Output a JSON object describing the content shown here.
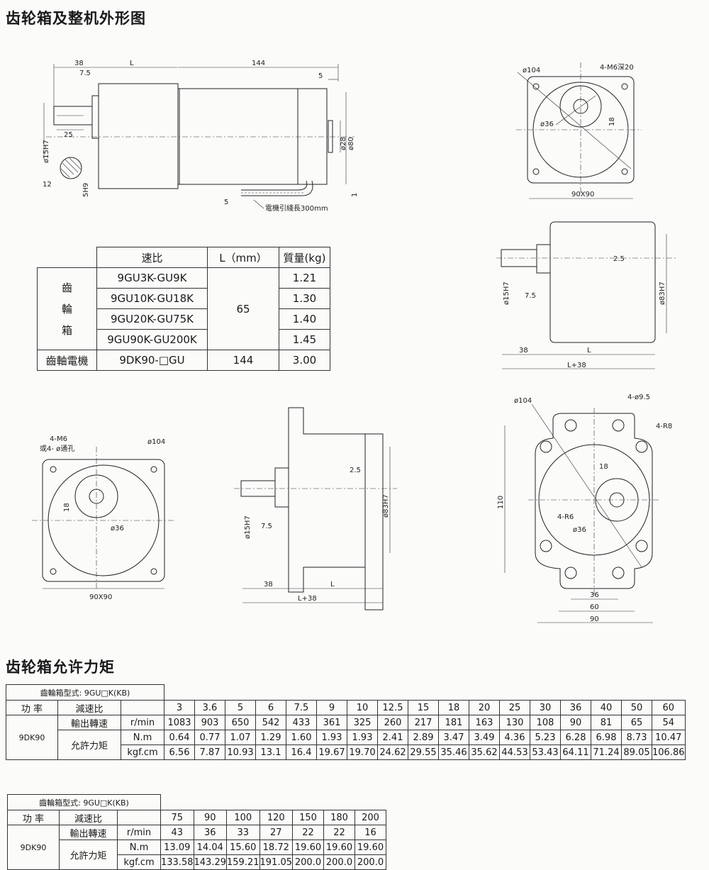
{
  "page": {
    "title_outline": "齿轮箱及整机外形图",
    "title_torque": "齿轮箱允许力矩"
  },
  "drawing_side": {
    "dim_38": "38",
    "dim_7_5": "7.5",
    "dim_L": "L",
    "dim_144": "144",
    "dim_5_top": "5",
    "dim_15h7": "ø15H7",
    "dim_25": "25",
    "dim_28": "ø28",
    "dim_80": "ø80",
    "dim_12": "12",
    "dim_5h9": "5H9",
    "dim_5_bottom": "5",
    "dim_1": "1",
    "lead_label": "電機引綫長300mm"
  },
  "drawing_face_top": {
    "d104": "ø104",
    "holes": "4-M6深20",
    "d36": "ø36",
    "d18": "18",
    "size": "90X90"
  },
  "drawing_side_right": {
    "d2_5": "2.5",
    "d15h7": "ø15H7",
    "d7_5": "7.5",
    "d83h7": "ø83H7",
    "d38": "38",
    "dL": "L",
    "dL38": "L+38"
  },
  "drawing_face_left": {
    "holes": "4-M6",
    "holes_alt": "或4- ø通孔",
    "d104": "ø104",
    "d18": "18",
    "d36": "ø36",
    "size": "90X90"
  },
  "drawing_side_mid": {
    "d2_5": "2.5",
    "d83h7": "ø83H7",
    "d15h7": "ø15H7",
    "d7_5": "7.5",
    "d38": "38",
    "dL": "L",
    "dL38": "L+38"
  },
  "drawing_flange": {
    "d104": "ø104",
    "holes": "4-ø9.5",
    "r8": "4-R8",
    "d18": "18",
    "d110": "110",
    "r6": "4-R6",
    "d36c": "ø36",
    "d36": "36",
    "d60": "60",
    "d90": "90"
  },
  "spec_table": {
    "headers": [
      "速比",
      "L（mm）",
      "質量(kg)"
    ],
    "group_gearbox": [
      "齒",
      "輪",
      "箱"
    ],
    "gearbox_L": "65",
    "rows": [
      {
        "model": "9GU3K-GU9K",
        "mass": "1.21"
      },
      {
        "model": "9GU10K-GU18K",
        "mass": "1.30"
      },
      {
        "model": "9GU20K-GU75K",
        "mass": "1.40"
      },
      {
        "model": "9GU90K-GU200K",
        "mass": "1.45"
      }
    ],
    "motor_row": {
      "label": "齒軸電機",
      "model": "9DK90-□GU",
      "L": "144",
      "mass": "3.00"
    }
  },
  "torque_table_1": {
    "type_label": "齒輪箱型式:  9GU□K(KB)",
    "h_power": "功 率",
    "h_ratio": "減速比",
    "h_speed": "輸出轉速",
    "h_torque": "允許力矩",
    "model": "9DK90",
    "u_speed": "r/min",
    "u_nm": "N.m",
    "u_kgf": "kgf.cm",
    "ratios": [
      "3",
      "3.6",
      "5",
      "6",
      "7.5",
      "9",
      "10",
      "12.5",
      "15",
      "18",
      "20",
      "25",
      "30",
      "36",
      "40",
      "50",
      "60"
    ],
    "speed": [
      "1083",
      "903",
      "650",
      "542",
      "433",
      "361",
      "325",
      "260",
      "217",
      "181",
      "163",
      "130",
      "108",
      "90",
      "81",
      "65",
      "54"
    ],
    "nm": [
      "0.64",
      "0.77",
      "1.07",
      "1.29",
      "1.60",
      "1.93",
      "1.93",
      "2.41",
      "2.89",
      "3.47",
      "3.49",
      "4.36",
      "5.23",
      "6.28",
      "6.98",
      "8.73",
      "10.47"
    ],
    "kgf": [
      "6.56",
      "7.87",
      "10.93",
      "13.1",
      "16.4",
      "19.67",
      "19.70",
      "24.62",
      "29.55",
      "35.46",
      "35.62",
      "44.53",
      "53.43",
      "64.11",
      "71.24",
      "89.05",
      "106.86"
    ]
  },
  "torque_table_2": {
    "type_label": "齒輪箱型式:  9GU□K(KB)",
    "h_power": "功 率",
    "h_ratio": "減速比",
    "h_speed": "輸出轉速",
    "h_torque": "允許力矩",
    "model": "9DK90",
    "u_speed": "r/min",
    "u_nm": "N.m",
    "u_kgf": "kgf.cm",
    "ratios": [
      "75",
      "90",
      "100",
      "120",
      "150",
      "180",
      "200"
    ],
    "speed": [
      "43",
      "36",
      "33",
      "27",
      "22",
      "22",
      "16"
    ],
    "nm": [
      "13.09",
      "14.04",
      "15.60",
      "18.72",
      "19.60",
      "19.60",
      "19.60"
    ],
    "kgf": [
      "133.58",
      "143.29",
      "159.21",
      "191.05",
      "200.0",
      "200.0",
      "200.0"
    ]
  }
}
